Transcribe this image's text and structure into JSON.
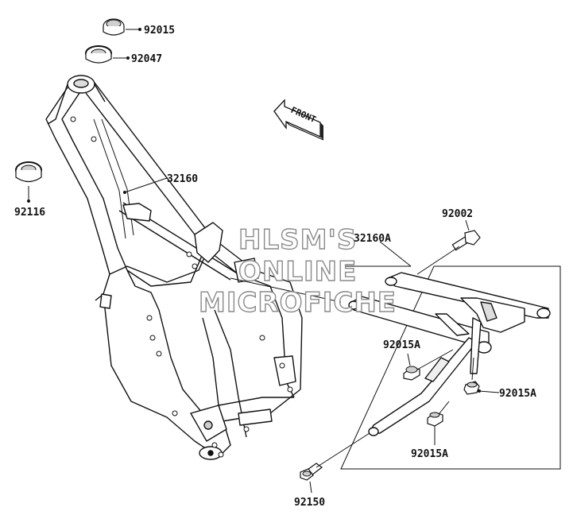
{
  "parts": {
    "p92015_top": "92015",
    "p92047": "92047",
    "p92116": "92116",
    "p32160": "32160",
    "p92002": "92002",
    "p32160A": "32160A",
    "p92015A_left": "92015A",
    "p92015A_right": "92015A",
    "p92015A_bottom": "92015A",
    "p92150": "92150"
  },
  "direction_indicator": "FRONT",
  "watermark": {
    "line1": "HLSM'S",
    "line2": "ONLINE",
    "line3": "MICROFICHE"
  }
}
